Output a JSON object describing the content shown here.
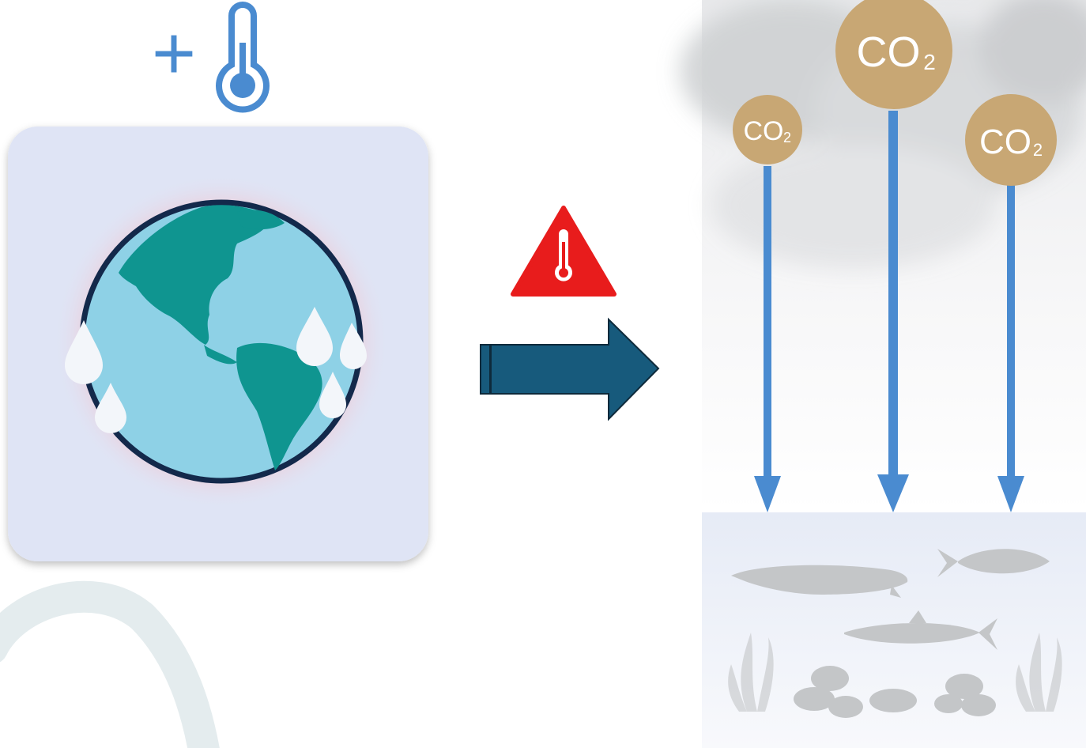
{
  "header": {
    "plus_symbol": "+",
    "icon": "thermometer-icon"
  },
  "warning": {
    "icon": "thermometer-warning-icon",
    "color": "#e81c1c"
  },
  "arrow": {
    "direction": "right",
    "color": "#175a7c"
  },
  "co2_bubbles": [
    {
      "label": "CO",
      "subscript": "2"
    },
    {
      "label": "CO",
      "subscript": "2"
    },
    {
      "label": "CO",
      "subscript": "2"
    }
  ],
  "colors": {
    "accent_blue": "#4a8bd0",
    "co2_bubble": "#c8a774",
    "globe_ocean": "#8ed1e6",
    "globe_land": "#0f9590",
    "globe_outline": "#13294b",
    "card_bg": "#dfe4f5",
    "sea_life": "#c4c6c8"
  },
  "icons": [
    "thermometer-icon",
    "earth-globe-icon",
    "water-drop-icon",
    "warning-triangle-icon",
    "right-arrow-icon",
    "co2-bubble",
    "fish-icon",
    "seaweed-icon",
    "shell-icon"
  ]
}
